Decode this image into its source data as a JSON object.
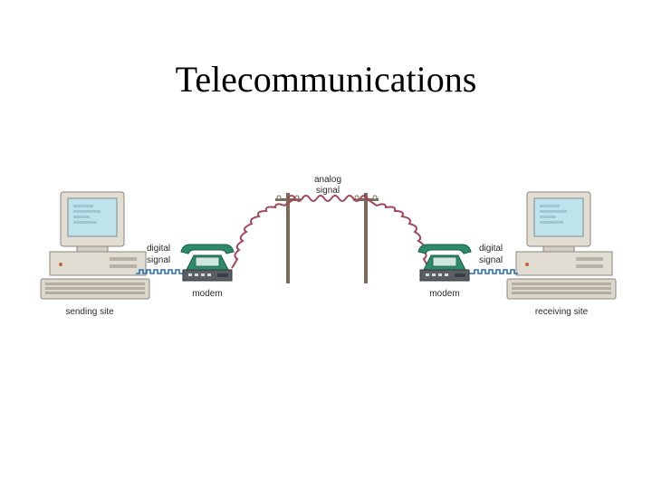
{
  "title": "Telecommunications",
  "labels": {
    "analog_signal_line1": "analog",
    "analog_signal_line2": "signal",
    "digital_left_line1": "digital",
    "digital_left_line2": "signal",
    "digital_right_line1": "digital",
    "digital_right_line2": "signal",
    "modem_left": "modem",
    "modem_right": "modem",
    "sending_site": "sending site",
    "receiving_site": "receiving site"
  },
  "colors": {
    "computer_body": "#e2ddd2",
    "screen": "#bfe3ec",
    "phone": "#2e8a6a",
    "modem": "#5a5f66",
    "cable": "#2f6fb3",
    "phone_line": "#a0475a",
    "pole": "#7a6a58"
  },
  "icons": [
    "computer-icon",
    "telephone-icon",
    "modem-icon",
    "telephone-pole-icon"
  ]
}
